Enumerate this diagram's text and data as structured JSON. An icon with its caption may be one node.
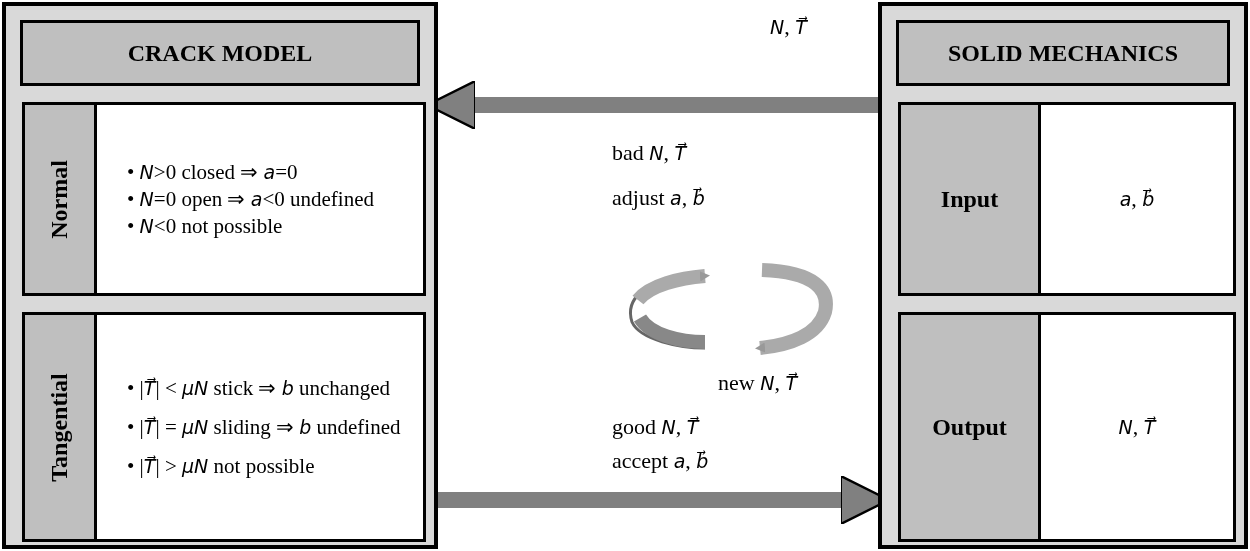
{
  "diagram": {
    "nodes": [
      {
        "text": [
          "CRACK MODEL"
        ]
      },
      {
        "text": [
          "Normal",
          "• *N*>0 closed ⇒ *a*=0",
          "• *N*=0 open ⇒ *a*<0 undefined",
          "• *N*<0 not possible"
        ],
        "in": 0
      },
      {
        "text": [
          "Tangential",
          "• |*T⃗*| < *μN* stick ⇒ *b* unchanged",
          "• |*T⃗*| = *μN* sliding ⇒ *b* undefined",
          "• |*T⃗*| > *μN* not possible"
        ],
        "in": 0
      },
      {
        "text": [
          "SOLID MECHANICS"
        ]
      },
      {
        "text": [
          "Input",
          "*a*, *b⃗*"
        ],
        "in": 3
      },
      {
        "text": [
          "Output",
          "*N*, *T⃗*"
        ],
        "in": 3
      }
    ],
    "edges": [
      {
        "from": 3,
        "to": 0,
        "arrow": "to",
        "label": "*N*, *T⃗*"
      },
      {
        "from": 0,
        "to": 3,
        "arrow": "to",
        "label": "good *N*, *T⃗* accept *a*, *b⃗*"
      }
    ],
    "labels": [
      "bad *N*, *T⃗*",
      "adjust *a*, *b⃗*",
      "new *N*, *T⃗*"
    ]
  }
}
